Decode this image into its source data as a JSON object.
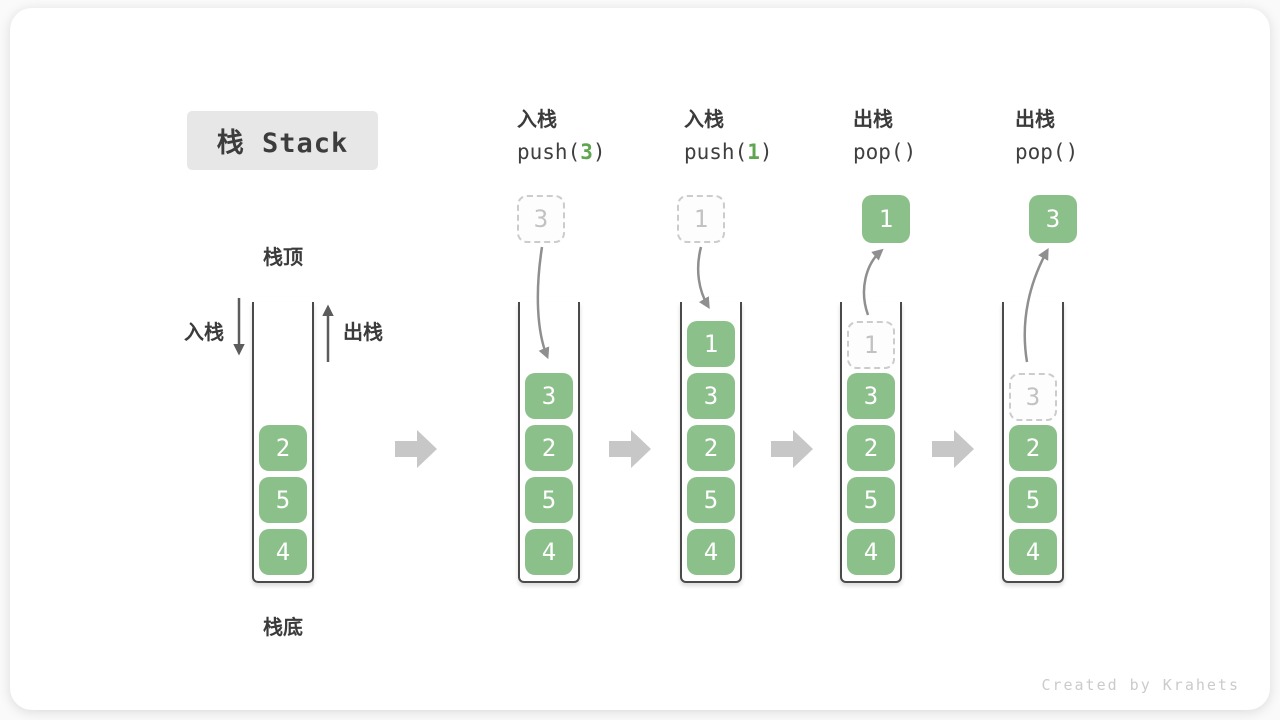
{
  "title": "栈 Stack",
  "labels": {
    "stack_top": "栈顶",
    "stack_bottom": "栈底",
    "push_in": "入栈",
    "pop_out": "出栈"
  },
  "steps": [
    {
      "op": "入栈",
      "code_pre": "push(",
      "arg": "3",
      "code_post": ")"
    },
    {
      "op": "入栈",
      "code_pre": "push(",
      "arg": "1",
      "code_post": ")"
    },
    {
      "op": "出栈",
      "code_pre": "pop(",
      "arg": "",
      "code_post": ")"
    },
    {
      "op": "出栈",
      "code_pre": "pop(",
      "arg": "",
      "code_post": ")"
    }
  ],
  "stacks": [
    {
      "name": "initial",
      "blocks": [
        "2",
        "5",
        "4"
      ]
    },
    {
      "name": "after-push-3",
      "ghost_above": "3",
      "blocks": [
        "3",
        "2",
        "5",
        "4"
      ]
    },
    {
      "name": "after-push-1",
      "ghost_above": "1",
      "blocks": [
        "1",
        "3",
        "2",
        "5",
        "4"
      ]
    },
    {
      "name": "after-pop-1",
      "popped": "1",
      "ghost_in_stack": "1",
      "blocks": [
        "3",
        "2",
        "5",
        "4"
      ]
    },
    {
      "name": "after-pop-3",
      "popped": "3",
      "ghost_in_stack": "3",
      "blocks": [
        "2",
        "5",
        "4"
      ]
    }
  ],
  "watermark": "Created by Krahets",
  "colors": {
    "block-green": "#8cc08a",
    "accent-green": "#5ea64f",
    "outline-dark": "#4a4a4a",
    "text-dark": "#3b3b3b",
    "title-bg": "#e7e7e7",
    "dashed-border": "#cccccc",
    "dashed-text": "#c2c2c2",
    "curve-arrow": "#8f8f8f",
    "small-arrow": "#5c5c5c",
    "step-arrow": "#c7c7c7",
    "watermark-gray": "#cbcbcb"
  }
}
